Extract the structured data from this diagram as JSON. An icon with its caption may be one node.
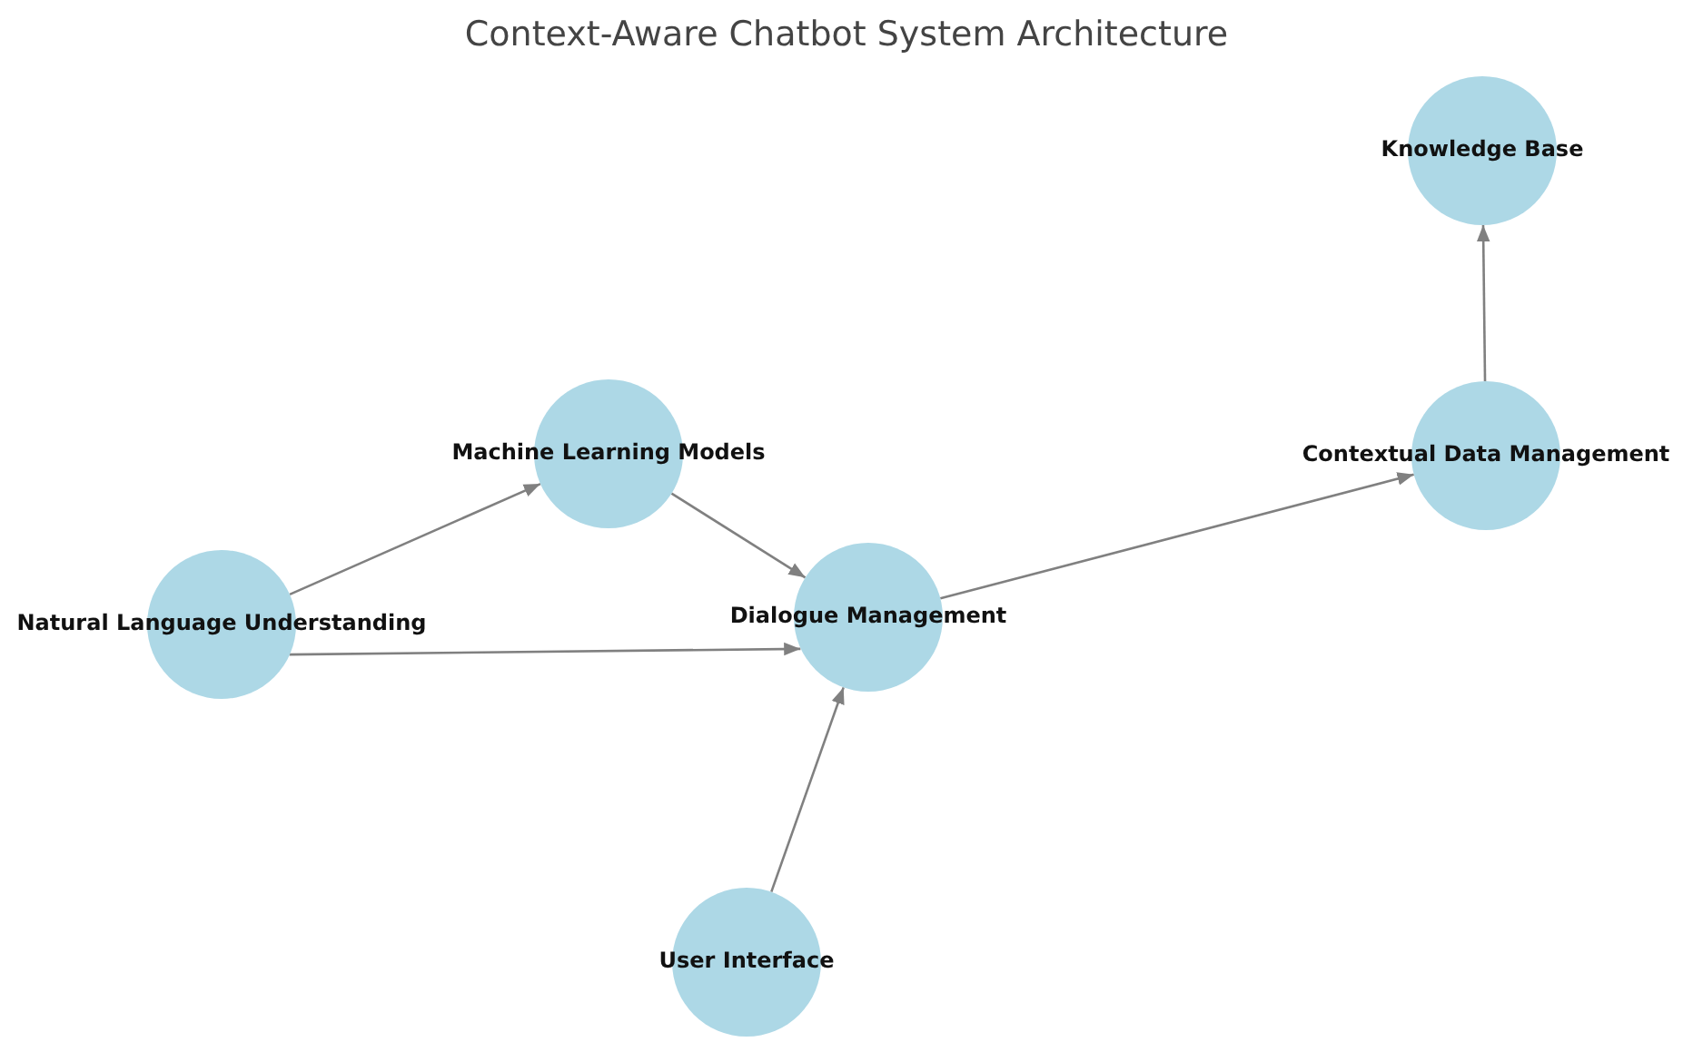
{
  "diagram": {
    "title": "Context-Aware Chatbot System Architecture",
    "nodes": [
      {
        "text": [
          "Knowledge Base"
        ]
      },
      {
        "text": [
          "Machine Learning Models"
        ]
      },
      {
        "text": [
          "Contextual Data Management"
        ]
      },
      {
        "text": [
          "Natural Language Understanding"
        ]
      },
      {
        "text": [
          "Dialogue Management"
        ]
      },
      {
        "text": [
          "User Interface"
        ]
      }
    ],
    "edges": [
      {
        "from": 2,
        "to": 0,
        "arrow": "to"
      },
      {
        "from": 3,
        "to": 1,
        "arrow": "to"
      },
      {
        "from": 1,
        "to": 4,
        "arrow": "to"
      },
      {
        "from": 3,
        "to": 4,
        "arrow": "to"
      },
      {
        "from": 4,
        "to": 2,
        "arrow": "to"
      },
      {
        "from": 5,
        "to": 4,
        "arrow": "to"
      }
    ]
  }
}
